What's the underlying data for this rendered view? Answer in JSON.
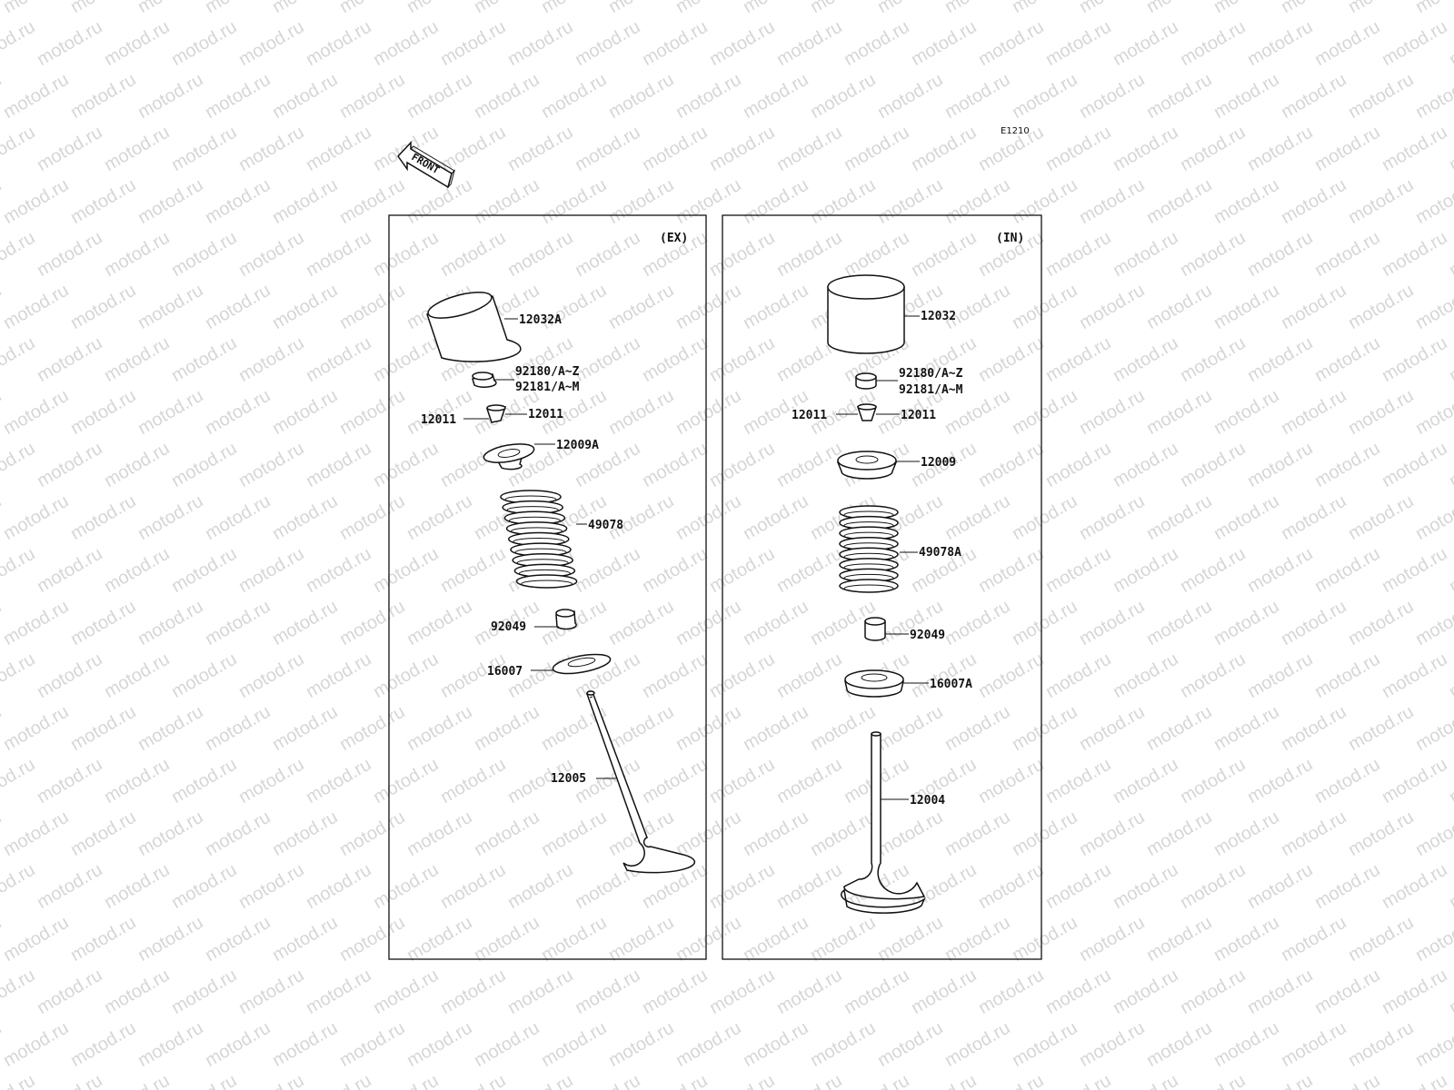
{
  "diagram": {
    "code": "E1210",
    "front_label": "FRONT",
    "watermark_text": "motod.ru",
    "panels": [
      {
        "name": "EX",
        "caption": "(EX)",
        "parts": [
          {
            "id": "tappet",
            "label": "12032A"
          },
          {
            "id": "shim",
            "labels": [
              "92180/A~Z",
              "92181/A~M"
            ]
          },
          {
            "id": "cotter",
            "labels": [
              "12011",
              "12011"
            ]
          },
          {
            "id": "retainer",
            "label": "12009A"
          },
          {
            "id": "spring",
            "label": "49078"
          },
          {
            "id": "seal",
            "label": "92049"
          },
          {
            "id": "seat",
            "label": "16007"
          },
          {
            "id": "valve",
            "label": "12005"
          }
        ]
      },
      {
        "name": "IN",
        "caption": "(IN)",
        "parts": [
          {
            "id": "tappet",
            "label": "12032"
          },
          {
            "id": "shim",
            "labels": [
              "92180/A~Z",
              "92181/A~M"
            ]
          },
          {
            "id": "cotter",
            "labels": [
              "12011",
              "12011"
            ]
          },
          {
            "id": "retainer",
            "label": "12009"
          },
          {
            "id": "spring",
            "label": "49078A"
          },
          {
            "id": "seal",
            "label": "92049"
          },
          {
            "id": "seat",
            "label": "16007A"
          },
          {
            "id": "valve",
            "label": "12004"
          }
        ]
      }
    ]
  }
}
